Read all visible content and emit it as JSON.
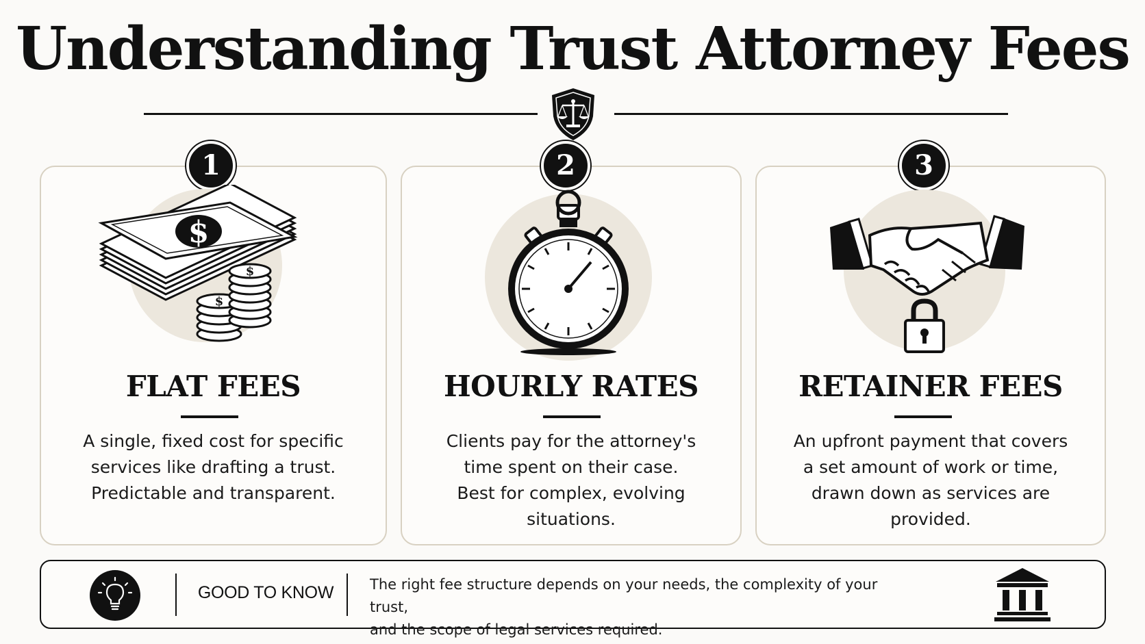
{
  "title": "Understanding Trust Attorney Fees",
  "icons": {
    "header": "scales-of-justice-shield-icon",
    "card1": "money-stack-icon",
    "card2": "stopwatch-icon",
    "card3": "handshake-lock-icon",
    "tip": "lightbulb-icon",
    "footer": "courthouse-icon"
  },
  "colors": {
    "ink": "#111111",
    "accent_circle": "#ece7dd",
    "card_border": "#d8d1c2"
  },
  "cards": [
    {
      "number": "1",
      "title": "FLAT FEES",
      "lines": [
        "A single, fixed cost for specific",
        "services like drafting a trust.",
        "Predictable and transparent."
      ],
      "coin_symbol": "$"
    },
    {
      "number": "2",
      "title": "HOURLY RATES",
      "lines": [
        "Clients pay for the attorney's",
        "time spent on their case.",
        "Best for complex, evolving",
        "situations."
      ]
    },
    {
      "number": "3",
      "title": "RETAINER FEES",
      "lines": [
        "An upfront payment that covers",
        "a set amount of work or time,",
        "drawn down as services are",
        "provided."
      ]
    }
  ],
  "tip": {
    "label": "GOOD TO KNOW",
    "lines": [
      "The right fee structure depends on your needs, the complexity of your trust,",
      "and the scope of legal services required."
    ]
  }
}
